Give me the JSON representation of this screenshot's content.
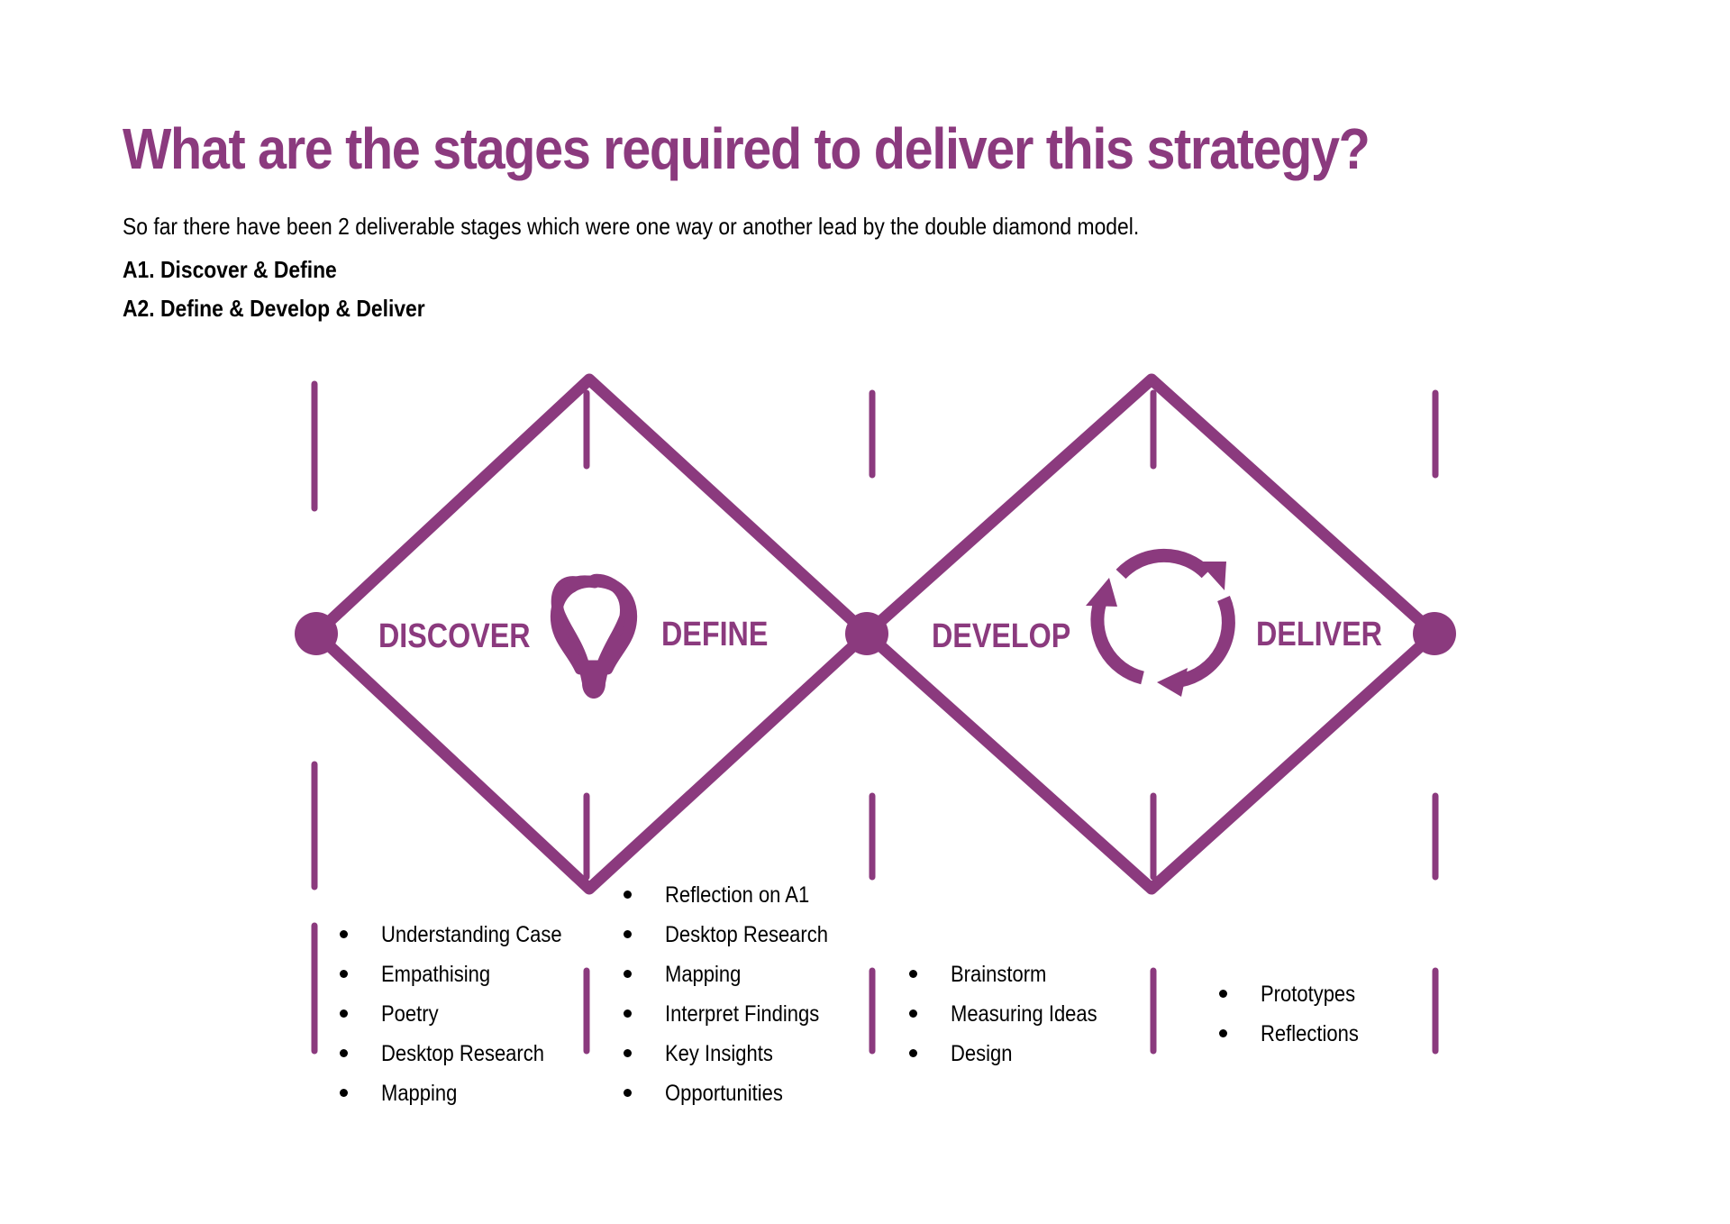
{
  "title": "What are the stages required to deliver this strategy?",
  "intro": "So far there have been 2 deliverable stages which were one way or another lead by the double diamond model.",
  "stages": [
    "A1. Discover & Define",
    "A2. Define & Develop & Deliver"
  ],
  "diagram": {
    "accent_color": "#8B3A7E",
    "phases": [
      {
        "label": "DISCOVER",
        "icon": "lightbulb-icon"
      },
      {
        "label": "DEFINE",
        "icon": "lightbulb-icon"
      },
      {
        "label": "DEVELOP",
        "icon": "cycle-arrows-icon"
      },
      {
        "label": "DELIVER",
        "icon": "cycle-arrows-icon"
      }
    ]
  },
  "lists": {
    "discover": [
      "Understanding Case",
      "Empathising",
      "Poetry",
      "Desktop Research",
      "Mapping"
    ],
    "define": [
      "Reflection on A1",
      "Desktop Research",
      "Mapping",
      "Interpret Findings",
      "Key Insights",
      "Opportunities"
    ],
    "develop": [
      "Brainstorm",
      "Measuring Ideas",
      "Design"
    ],
    "deliver": [
      "Prototypes",
      "Reflections"
    ]
  }
}
